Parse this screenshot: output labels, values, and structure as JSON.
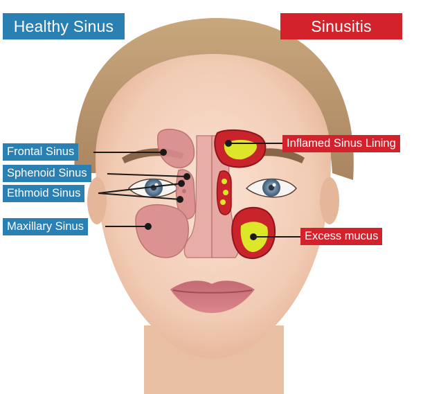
{
  "headers": {
    "healthy": "Healthy Sinus",
    "disease": "Sinusitis"
  },
  "labels": {
    "frontal": "Frontal Sinus",
    "sphenoid": "Sphenoid Sinus",
    "ethmoid": "Ethmoid Sinus",
    "maxillary": "Maxillary Sinus",
    "inflamed": "Inflamed Sinus Lining",
    "mucus": "Excess mucus"
  },
  "colors": {
    "healthy_accent": "#2a7fb3",
    "disease_accent": "#d3222c",
    "sinus_healthy": "#d98c8c",
    "sinus_lining_inflamed": "#c9242b",
    "mucus": "#dde629"
  }
}
